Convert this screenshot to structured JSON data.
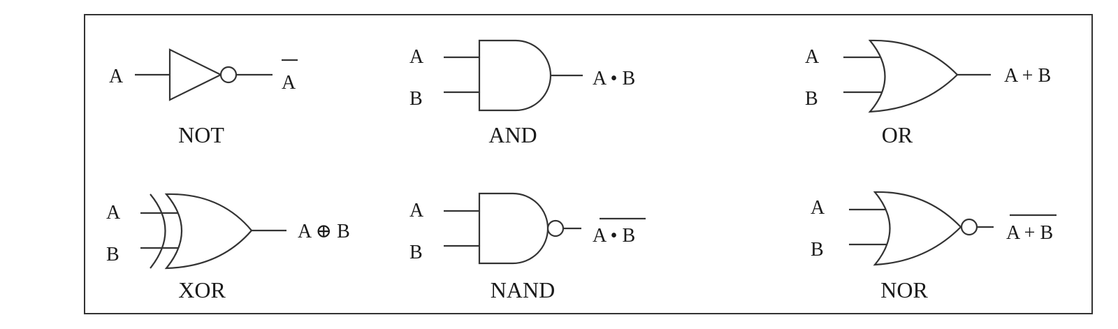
{
  "gates": {
    "not": {
      "name": "NOT",
      "in_a": "A",
      "out": "A"
    },
    "and": {
      "name": "AND",
      "in_a": "A",
      "in_b": "B",
      "out": "A • B"
    },
    "or": {
      "name": "OR",
      "in_a": "A",
      "in_b": "B",
      "out": "A + B"
    },
    "xor": {
      "name": "XOR",
      "in_a": "A",
      "in_b": "B",
      "out": "A ⊕ B"
    },
    "nand": {
      "name": "NAND",
      "in_a": "A",
      "in_b": "B",
      "out": "A • B"
    },
    "nor": {
      "name": "NOR",
      "in_a": "A",
      "in_b": "B",
      "out": "A + B"
    }
  }
}
